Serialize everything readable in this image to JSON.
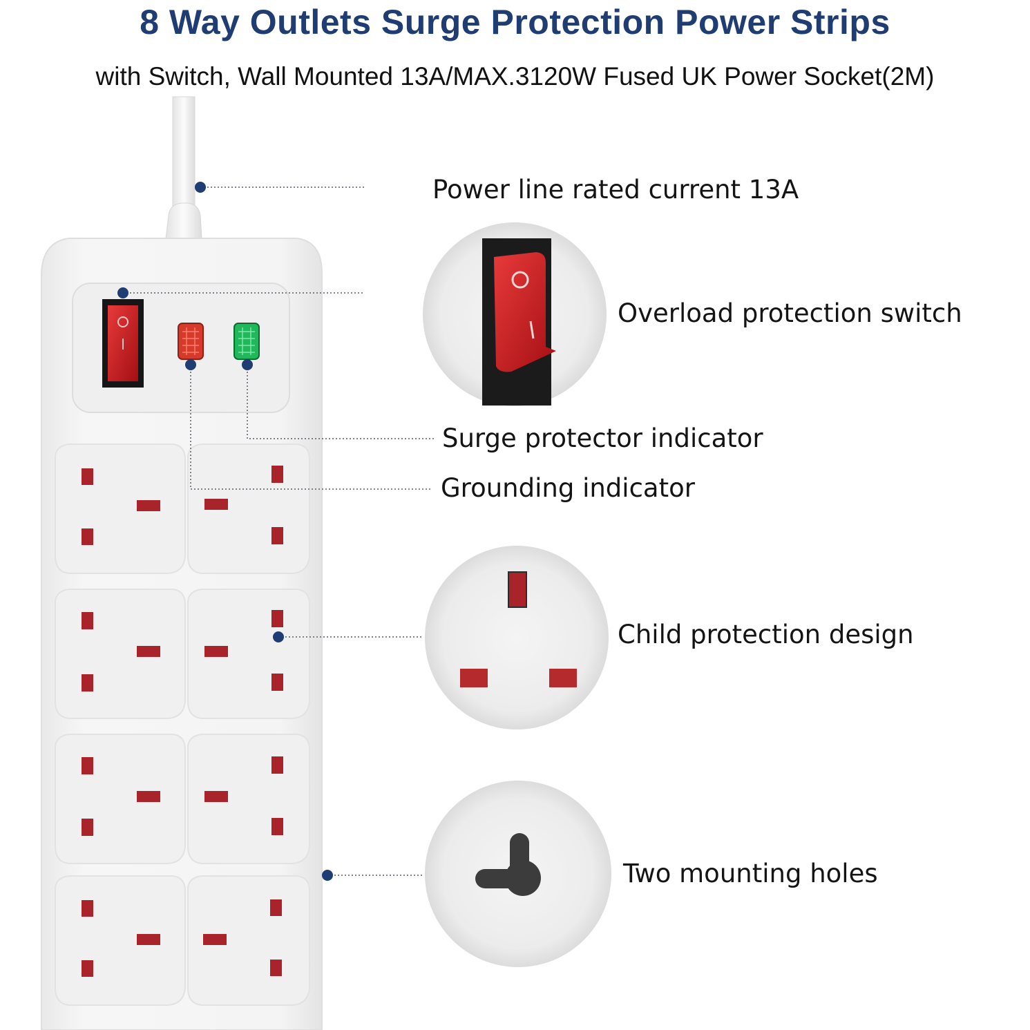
{
  "header": {
    "title": "8 Way Outlets Surge Protection Power Strips",
    "subtitle": "with Switch, Wall Mounted 13A/MAX.3120W Fused UK Power Socket(2M)"
  },
  "features": {
    "power_line": "Power line rated current 13A",
    "overload_switch": "Overload protection switch",
    "surge_indicator": "Surge protector indicator",
    "grounding_indicator": "Grounding indicator",
    "child_protection": "Child protection design",
    "mounting_holes": "Two mounting holes"
  },
  "switch_marks": {
    "off": "O",
    "on": "I"
  },
  "colors": {
    "title": "#1f3d73",
    "callout_dot": "#1f3d73",
    "switch_red": "#d81e1e",
    "indicator_red": "#d63a2a",
    "indicator_green": "#1fb85a",
    "socket_slot": "#a8242a",
    "strip_body": "#f2f2f2"
  },
  "product": {
    "outlet_count": 8
  }
}
